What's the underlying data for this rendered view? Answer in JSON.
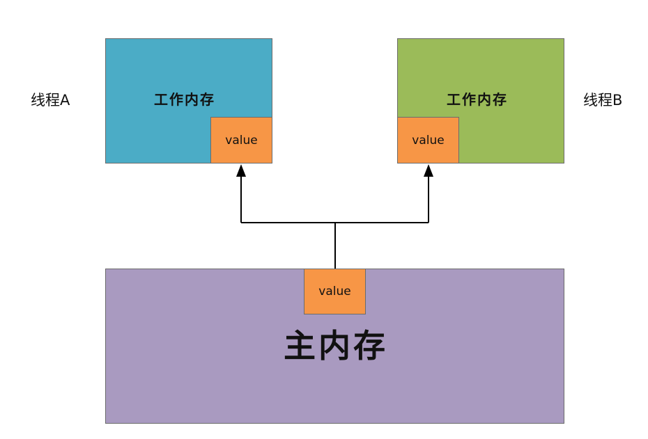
{
  "thread_a": {
    "label": "线程A",
    "working_memory_title": "工作内存",
    "value_label": "value",
    "color": "#4BACC6"
  },
  "thread_b": {
    "label": "线程B",
    "working_memory_title": "工作内存",
    "value_label": "value",
    "color": "#9BBB59"
  },
  "main_memory": {
    "title": "主内存",
    "value_label": "value",
    "color": "#A99AC0"
  },
  "value_box_color": "#F79646",
  "connector_color": "#000000"
}
